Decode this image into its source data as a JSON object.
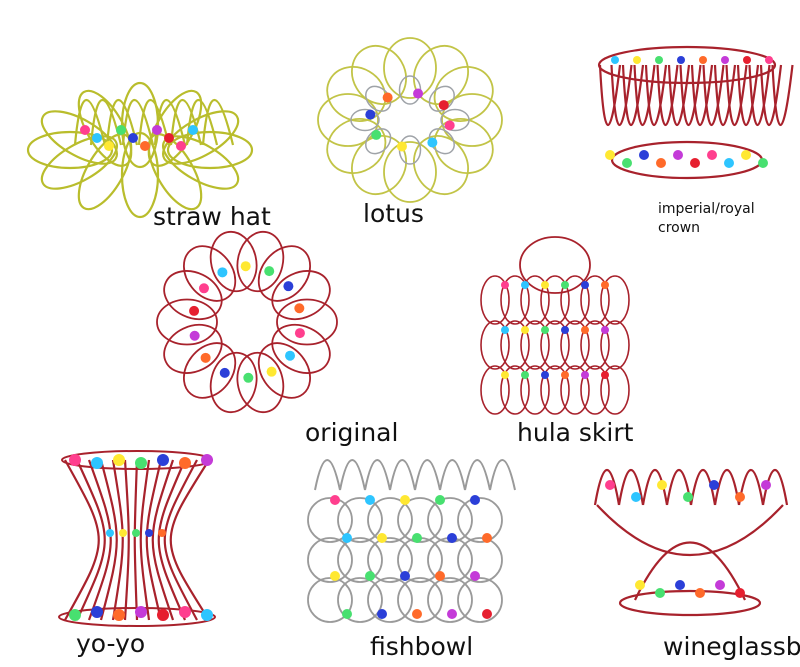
{
  "toys": [
    {
      "id": "straw-hat",
      "label": "straw hat",
      "wire_color": "#b9bd2c"
    },
    {
      "id": "lotus",
      "label": "lotus",
      "wire_color": "#c2c447"
    },
    {
      "id": "imperial-crown",
      "label_line1": "imperial/royal",
      "label_line2": "crown",
      "wire_color": "#a8222c"
    },
    {
      "id": "original",
      "label": "original",
      "wire_color": "#a8222c"
    },
    {
      "id": "hula-skirt",
      "label": "hula skirt",
      "wire_color": "#a8222c"
    },
    {
      "id": "yo-yo",
      "label": "yo-yo",
      "wire_color": "#a8222c"
    },
    {
      "id": "fishbowl",
      "label": "fishbowl",
      "wire_color": "#9a9a9a"
    },
    {
      "id": "wineglass",
      "label": "wineglassb",
      "wire_color": "#a8222c"
    }
  ],
  "bead_colors": [
    "#ff3f8e",
    "#2ec5ff",
    "#ffe832",
    "#48e070",
    "#2b3fd8",
    "#ff6a2a",
    "#c43bd8",
    "#e61f2f"
  ]
}
